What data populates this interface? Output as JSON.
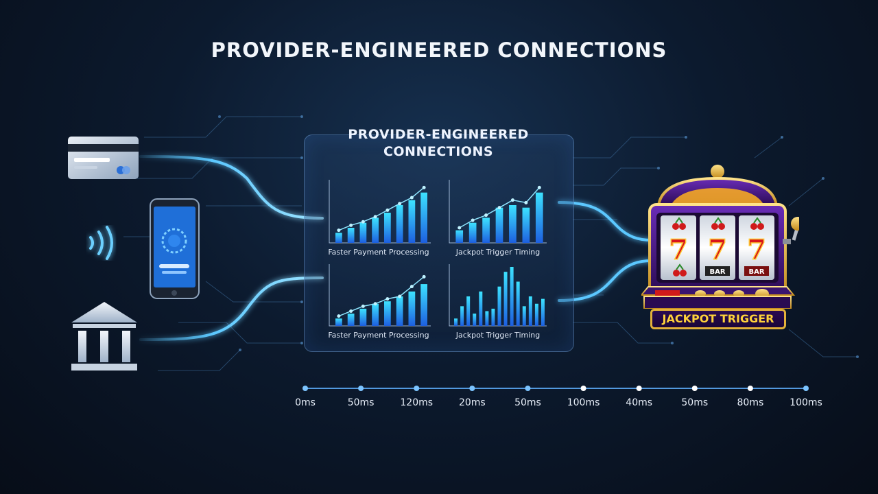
{
  "title": "PROVIDER-ENGINEERED CONNECTIONS",
  "panel": {
    "title_line1": "PROVIDER-ENGINEERED",
    "title_line2": "CONNECTIONS"
  },
  "sources": [
    {
      "icon": "credit-card-icon"
    },
    {
      "icon": "smartphone-icon"
    },
    {
      "icon": "contactless-icon"
    },
    {
      "icon": "bank-icon"
    }
  ],
  "slot_machine": {
    "reels": [
      "7",
      "7",
      "7"
    ],
    "symbols": [
      "BAR",
      "BAR"
    ],
    "banner": "JACKPOT TRIGGER",
    "icon": "slot-machine-icon"
  },
  "chart_data": [
    {
      "type": "bar",
      "title": "Faster Payment Processing",
      "values": [
        2,
        3,
        4,
        5,
        6,
        7.5,
        8.5,
        10
      ],
      "line": [
        2.5,
        3.5,
        4.2,
        5.2,
        6.5,
        7.8,
        9,
        11
      ]
    },
    {
      "type": "bar",
      "title": "Jackpot Trigger Timing",
      "values": [
        2.5,
        4,
        5,
        7,
        7.5,
        7,
        10
      ],
      "line": [
        3,
        4.5,
        5.5,
        7,
        8.5,
        8,
        11
      ]
    },
    {
      "type": "bar",
      "title": "Faster Payment Processing",
      "values": [
        1.5,
        2.5,
        3.5,
        4.5,
        5,
        6,
        7,
        8.5
      ],
      "line": [
        2,
        3,
        4,
        4.5,
        5.5,
        6,
        8,
        10
      ]
    },
    {
      "type": "bar",
      "title": "Jackpot Trigger Timing",
      "values": [
        1.5,
        4,
        6,
        2.5,
        7,
        3,
        3.5,
        8,
        11,
        12,
        9,
        4,
        6,
        4.5,
        5.5
      ]
    }
  ],
  "timeline": {
    "ticks": [
      "0ms",
      "50ms",
      "120ms",
      "20ms",
      "50ms",
      "100ms",
      "40ms",
      "50ms",
      "80ms",
      "100ms"
    ]
  },
  "colors": {
    "accent": "#3fa9ff",
    "glow": "#5cc8ff",
    "gold": "#e3b13a",
    "purple": "#3a1470",
    "red": "#d01a1a"
  }
}
